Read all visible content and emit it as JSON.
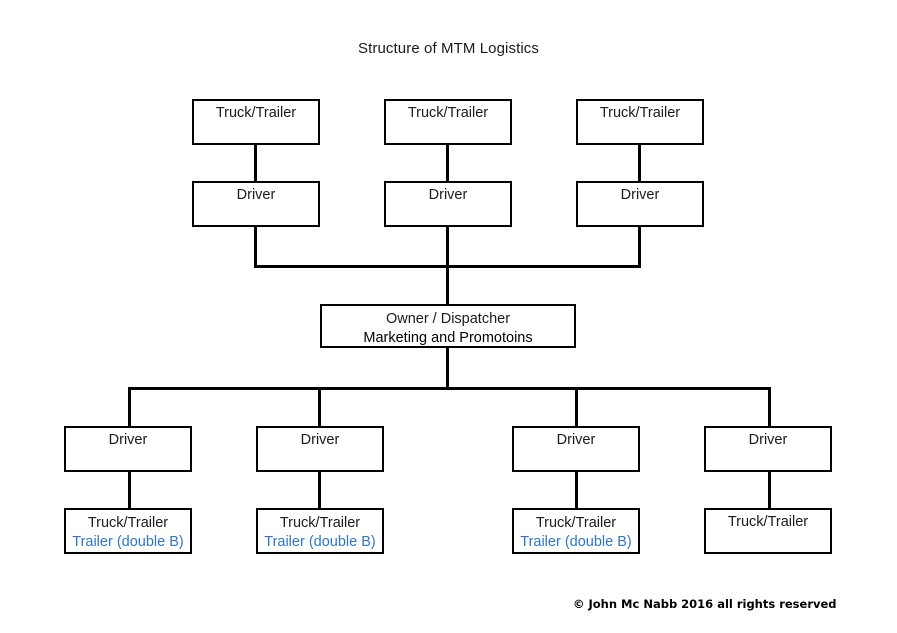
{
  "title": "Structure of MTM Logistics",
  "copyright": "© John Mc Nabb 2016 all rights reserved",
  "colors": {
    "box_border": "#000000",
    "connector": "#000000",
    "text": "#1a1a1a",
    "accent_blue": "#2f77c8",
    "background": "#ffffff"
  },
  "nodes": {
    "top_trucks": [
      {
        "label": "Truck/Trailer"
      },
      {
        "label": "Truck/Trailer"
      },
      {
        "label": "Truck/Trailer"
      }
    ],
    "top_drivers": [
      {
        "label": "Driver"
      },
      {
        "label": "Driver"
      },
      {
        "label": "Driver"
      }
    ],
    "center": {
      "line1": "Owner / Dispatcher",
      "line2": "Marketing and Promotoins"
    },
    "bottom_drivers": [
      {
        "label": "Driver"
      },
      {
        "label": "Driver"
      },
      {
        "label": "Driver"
      },
      {
        "label": "Driver"
      }
    ],
    "bottom_trucks": [
      {
        "line1": "Truck/Trailer",
        "line2": "Trailer (double B)"
      },
      {
        "line1": "Truck/Trailer",
        "line2": "Trailer (double B)"
      },
      {
        "line1": "Truck/Trailer",
        "line2": "Trailer (double B)"
      },
      {
        "line1": "Truck/Trailer",
        "line2": ""
      }
    ]
  }
}
